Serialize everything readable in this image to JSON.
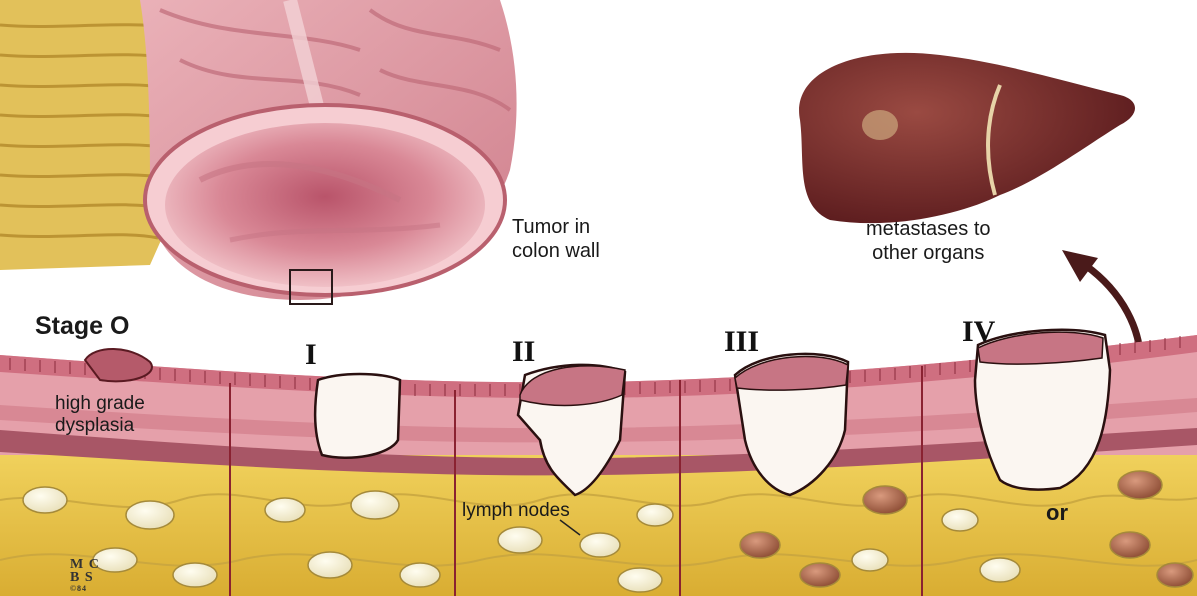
{
  "illustration": {
    "subject": "colon cancer stages",
    "labels": {
      "tumor": [
        "Tumor in",
        "colon wall"
      ],
      "metastases": [
        "metastases to",
        "other organs"
      ],
      "stage0_title": "Stage O",
      "stage0_desc": [
        "high grade",
        "dysplasia"
      ],
      "lymph": "lymph nodes",
      "or": "or"
    },
    "stages": [
      "I",
      "II",
      "III",
      "IV"
    ],
    "signature": [
      "M C",
      "B S",
      "©84"
    ],
    "colors": {
      "colon_pink": "#dc8d98",
      "mucosa": "#e9a8b2",
      "fat_yellow": "#e8c64a",
      "liver": "#7a2a2a",
      "tumor": "#fbf6f1",
      "divider": "#8a2231"
    }
  }
}
